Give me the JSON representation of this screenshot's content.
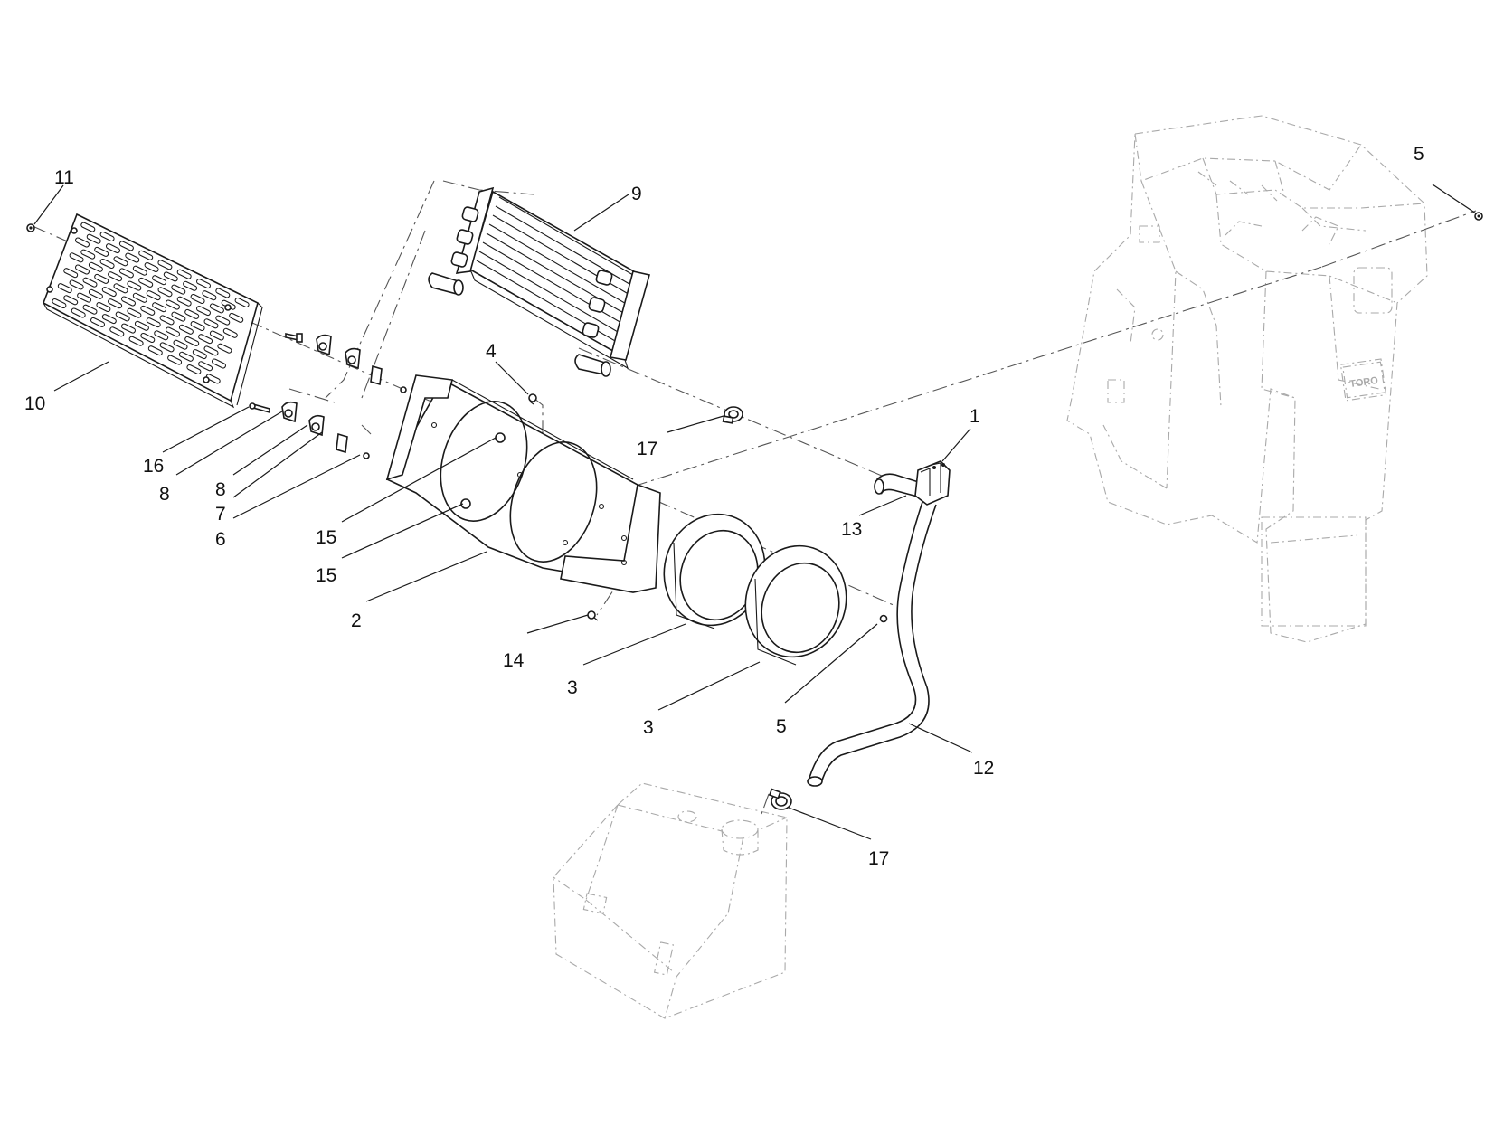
{
  "callouts": [
    {
      "id": "c11",
      "label": "11"
    },
    {
      "id": "c10",
      "label": "10"
    },
    {
      "id": "c9",
      "label": "9"
    },
    {
      "id": "c4",
      "label": "4"
    },
    {
      "id": "c16",
      "label": "16"
    },
    {
      "id": "c8a",
      "label": "8"
    },
    {
      "id": "c8b",
      "label": "8"
    },
    {
      "id": "c7",
      "label": "7"
    },
    {
      "id": "c6",
      "label": "6"
    },
    {
      "id": "c15a",
      "label": "15"
    },
    {
      "id": "c15b",
      "label": "15"
    },
    {
      "id": "c2",
      "label": "2"
    },
    {
      "id": "c14",
      "label": "14"
    },
    {
      "id": "c3a",
      "label": "3"
    },
    {
      "id": "c3b",
      "label": "3"
    },
    {
      "id": "c17a",
      "label": "17"
    },
    {
      "id": "c13",
      "label": "13"
    },
    {
      "id": "c1",
      "label": "1"
    },
    {
      "id": "c5a",
      "label": "5"
    },
    {
      "id": "c5b",
      "label": "5"
    },
    {
      "id": "c12",
      "label": "12"
    },
    {
      "id": "c17b",
      "label": "17"
    }
  ],
  "frame_logo_text": "TORO"
}
